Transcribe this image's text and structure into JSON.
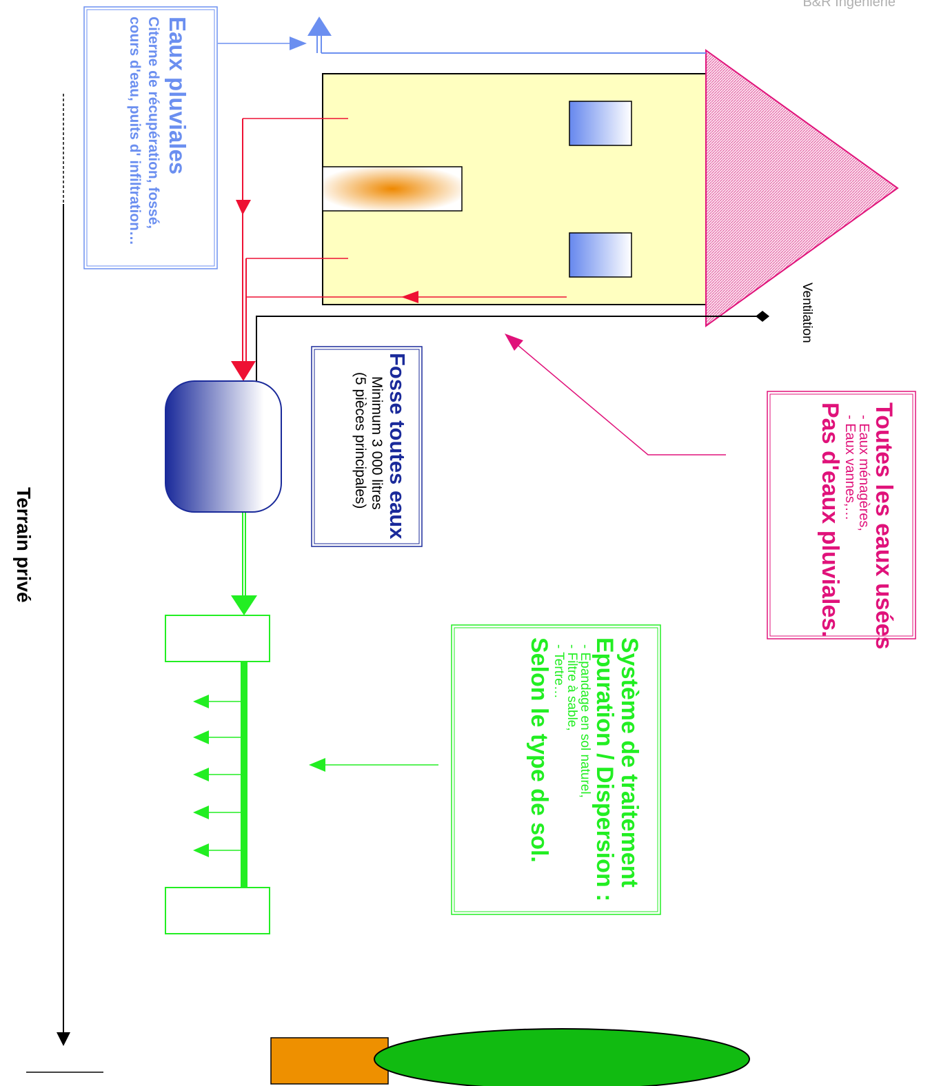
{
  "company": "B&R Ingénierie",
  "ventilation_label": "Ventilation",
  "eaux_pluviales": {
    "title": "Eaux pluviales",
    "line1": "Citerne de récupération, fossé,",
    "line2": "cours d'eau, puits d' infiltration…"
  },
  "fosse": {
    "title": "Fosse toutes eaux",
    "line1": "Minimum 3 000 litres",
    "line2": "(5 pièces principales)"
  },
  "eaux_usees": {
    "title": "Toutes les eaux usées",
    "item1": "- Eaux ménagères,",
    "item2": "- Eaux  vannes,…",
    "footer": "Pas d'eaux pluviales."
  },
  "traitement": {
    "title1": "Système de traitement",
    "title2": "Epuration / Dispersion :",
    "item1": "- Epandage en sol naturel,",
    "item2": "- Filtre à sable,",
    "item3": "- Tertre…",
    "footer": "Selon le type de sol."
  },
  "terrain_label": "Terrain privé",
  "colors": {
    "rain": "#6b8ff0",
    "waste": "#ee1133",
    "magenta": "#e0127a",
    "green": "#22ee22",
    "fosse_blue": "#1a2a9a",
    "house_wall": "#ffffc0",
    "roof": "#f0a0c8",
    "tree": "#11bb11",
    "trunk": "#ee9000"
  }
}
